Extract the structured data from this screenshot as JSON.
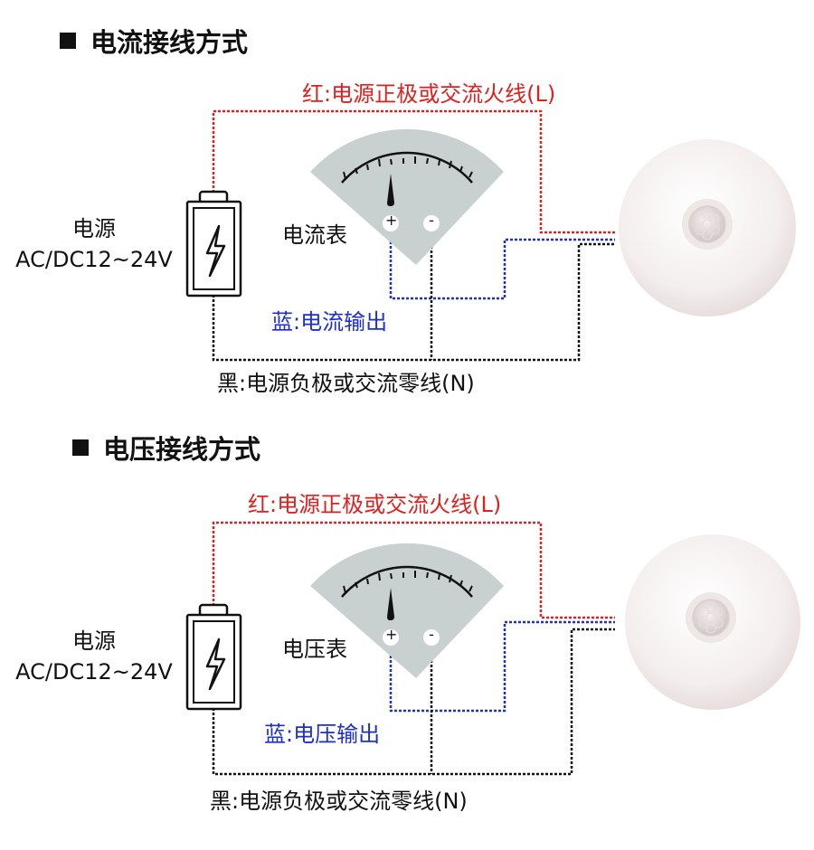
{
  "colors": {
    "red_wire": "#e0201e",
    "blue_wire": "#1d2fd0",
    "black_wire": "#111111",
    "meter_face": "#c9d0d0"
  },
  "diagrams": [
    {
      "title": "电流接线方式",
      "red_label": "红:电源正极或交流火线(L)",
      "blue_label": "蓝:电流输出",
      "black_label": "黑:电源负极或交流零线(N)",
      "meter_label": "电流表",
      "source_name": "电源",
      "source_spec": "AC/DC12~24V",
      "plus": "+",
      "minus": "-"
    },
    {
      "title": "电压接线方式",
      "red_label": "红:电源正极或交流火线(L)",
      "blue_label": "蓝:电压输出",
      "black_label": "黑:电源负极或交流零线(N)",
      "meter_label": "电压表",
      "source_name": "电源",
      "source_spec": "AC/DC12~24V",
      "plus": "+",
      "minus": "-"
    }
  ]
}
